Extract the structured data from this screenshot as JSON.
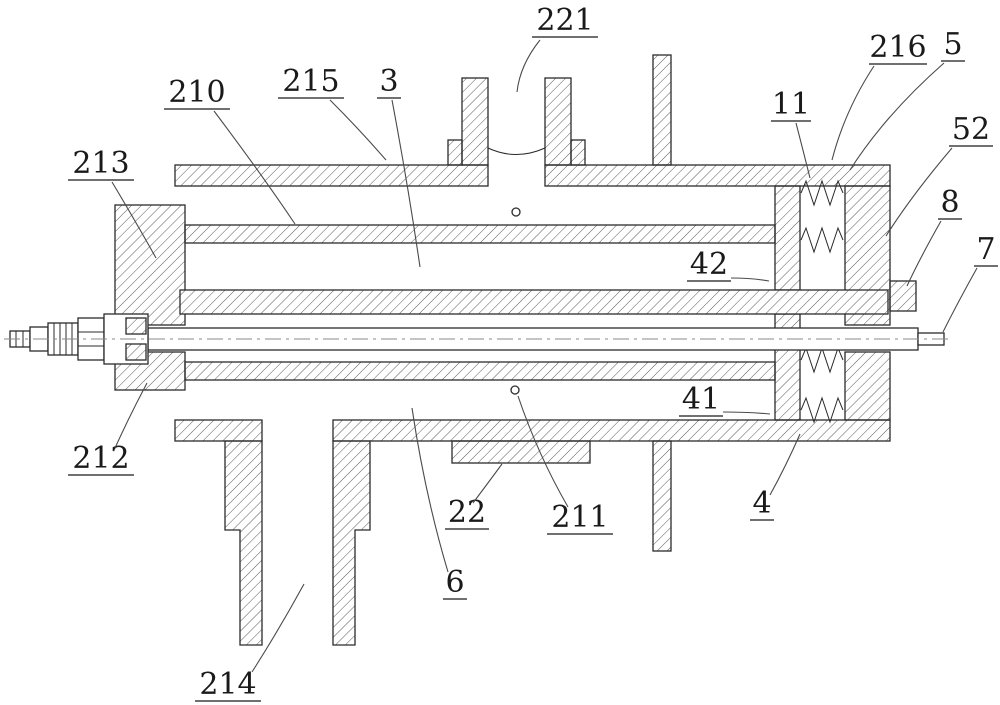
{
  "figure": {
    "kind": "patent-cross-section-drawing",
    "colors": {
      "line": "#2b2b2b",
      "background": "#ffffff"
    },
    "labels": [
      {
        "id": "221",
        "text": "221"
      },
      {
        "id": "216",
        "text": "216"
      },
      {
        "id": "5",
        "text": "5"
      },
      {
        "id": "11",
        "text": "11"
      },
      {
        "id": "52",
        "text": "52"
      },
      {
        "id": "8",
        "text": "8"
      },
      {
        "id": "7",
        "text": "7"
      },
      {
        "id": "210",
        "text": "210"
      },
      {
        "id": "215",
        "text": "215"
      },
      {
        "id": "3",
        "text": "3"
      },
      {
        "id": "213",
        "text": "213"
      },
      {
        "id": "42",
        "text": "42"
      },
      {
        "id": "41",
        "text": "41"
      },
      {
        "id": "4",
        "text": "4"
      },
      {
        "id": "212",
        "text": "212"
      },
      {
        "id": "22",
        "text": "22"
      },
      {
        "id": "211",
        "text": "211"
      },
      {
        "id": "6",
        "text": "6"
      },
      {
        "id": "214",
        "text": "214"
      }
    ]
  }
}
